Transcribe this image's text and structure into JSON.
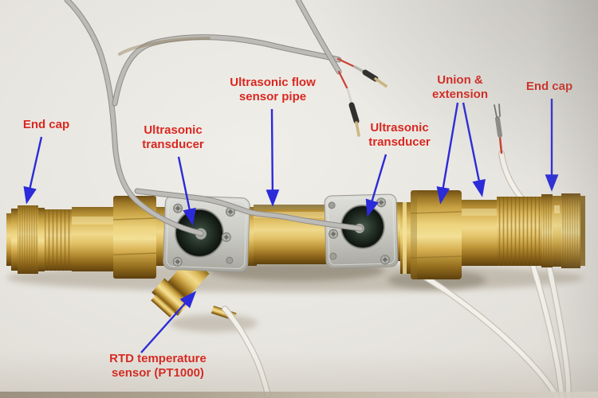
{
  "figure": {
    "type": "annotated-photo",
    "colors": {
      "label": "#d8271f",
      "arrow": "#2b2bd9",
      "brass": "#c99e45",
      "brass-dark": "#7a5618",
      "plate": "#ccccc6",
      "cable-grey": "#b5b3af",
      "cable-white": "#f2f0e9",
      "background": "#e8e6e0"
    },
    "labels": [
      {
        "id": "end-cap-left",
        "text": "End cap"
      },
      {
        "id": "ultrasonic-transducer-left",
        "text": "Ultrasonic\ntransducer"
      },
      {
        "id": "ultrasonic-flow-sensor-pipe",
        "text": "Ultrasonic flow\nsensor pipe"
      },
      {
        "id": "ultrasonic-transducer-right",
        "text": "Ultrasonic\ntransducer"
      },
      {
        "id": "union-extension",
        "text": "Union &\nextension"
      },
      {
        "id": "end-cap-right",
        "text": "End cap"
      },
      {
        "id": "rtd-sensor",
        "text": "RTD temperature\nsensor (PT1000)"
      }
    ]
  }
}
